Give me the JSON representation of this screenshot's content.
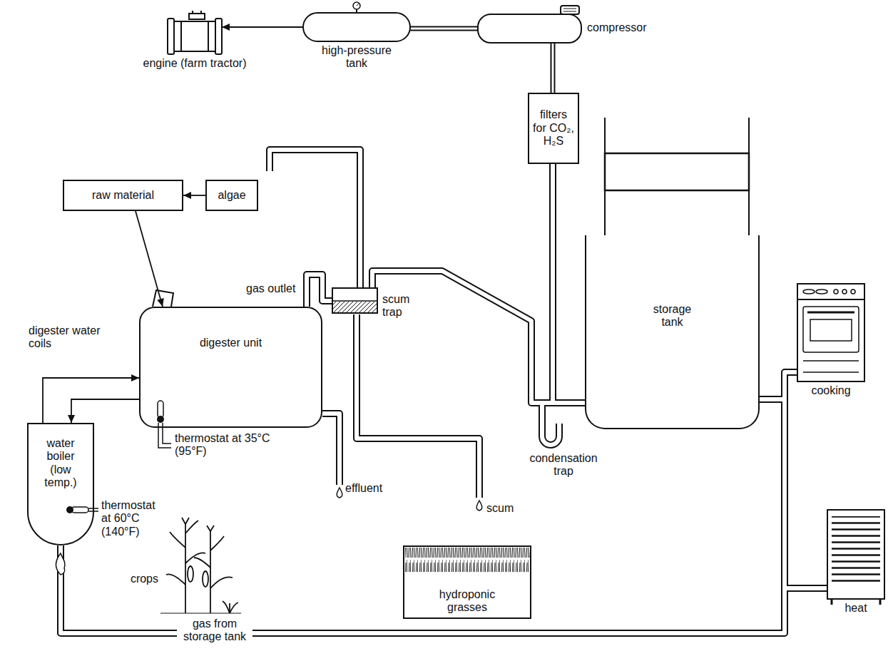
{
  "diagram": {
    "nodes": [
      {
        "text": [
          "engine (farm tractor)"
        ]
      },
      {
        "text": [
          "high-pressure tank"
        ]
      },
      {
        "text": [
          "compressor"
        ]
      },
      {
        "text": [
          "raw material"
        ]
      },
      {
        "text": [
          "algae"
        ]
      },
      {
        "text": [
          "filters for CO₂, H₂S"
        ]
      },
      {
        "text": [
          "digester unit"
        ]
      },
      {
        "text": [
          "scum trap"
        ]
      },
      {
        "text": [
          "storage tank"
        ]
      },
      {
        "text": [
          "cooking"
        ]
      },
      {
        "text": [
          "water boiler (low temp.)"
        ]
      },
      {
        "text": [
          "crops"
        ]
      },
      {
        "text": [
          "hydroponic grasses"
        ]
      },
      {
        "text": [
          "heat"
        ]
      }
    ],
    "edges": [
      {
        "from": 1,
        "to": 0,
        "arrow": "to"
      },
      {
        "from": 2,
        "to": 1,
        "arrow": "none"
      },
      {
        "from": 5,
        "to": 2,
        "arrow": "none"
      },
      {
        "from": 4,
        "to": 3,
        "arrow": "to"
      },
      {
        "from": 3,
        "to": 6,
        "arrow": "to"
      },
      {
        "from": 6,
        "to": 7,
        "arrow": "none"
      },
      {
        "from": 7,
        "to": 8,
        "arrow": "none"
      },
      {
        "from": 8,
        "to": 5,
        "arrow": "none"
      },
      {
        "from": 8,
        "to": 9,
        "arrow": "none"
      },
      {
        "from": 8,
        "to": 13,
        "arrow": "none"
      },
      {
        "from": 8,
        "to": 10,
        "arrow": "none"
      },
      {
        "from": 10,
        "to": 6,
        "arrow": "to"
      },
      {
        "from": 6,
        "to": 10,
        "arrow": "to"
      }
    ],
    "labels": [
      "digester water coils",
      "gas outlet",
      "thermostat at 35°C (95°F)",
      "effluent",
      "scum",
      "condensation trap",
      "thermostat at 60°C (140°F)",
      "gas from storage tank"
    ]
  }
}
